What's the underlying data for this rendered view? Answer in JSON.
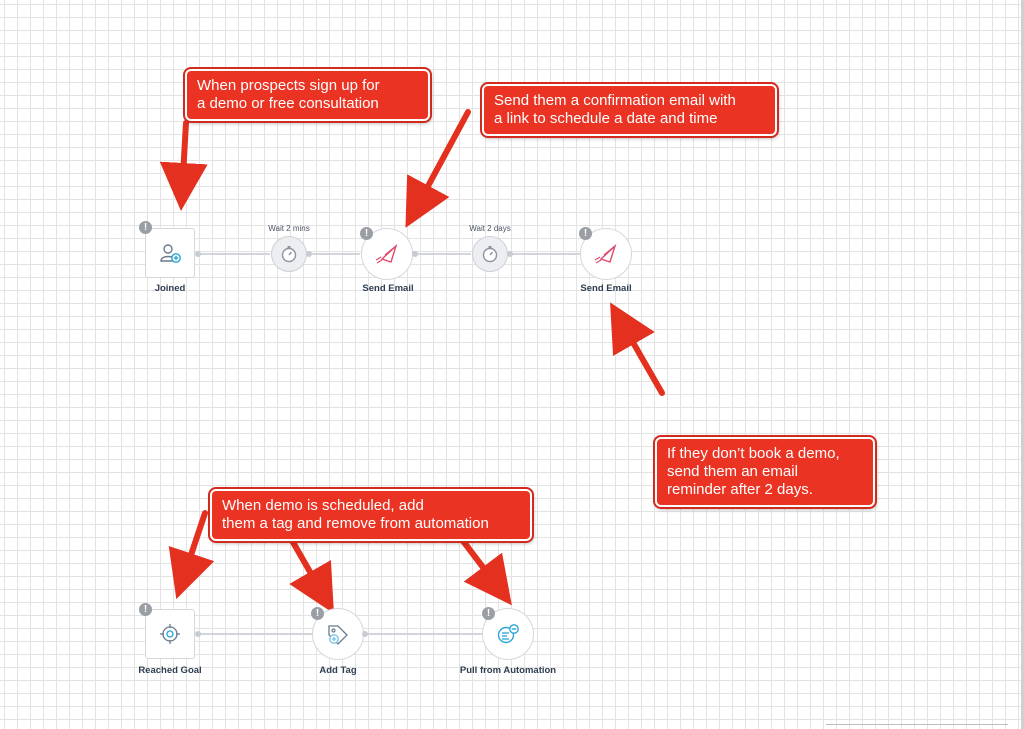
{
  "canvas": {
    "background": "#ffffff",
    "grid_color": "#e3e3e3",
    "callout_color": "#ea3323",
    "email_icon_color": "#e0486b",
    "tag_icon_color": "#7dc3e6"
  },
  "flow_top": {
    "trigger": {
      "label": "Joined",
      "icon": "add-contact-icon"
    },
    "wait_1": {
      "label": "Wait  2 mins",
      "icon": "stopwatch-icon"
    },
    "email_1": {
      "label": "Send Email",
      "icon": "paper-plane-email-icon"
    },
    "wait_2": {
      "label": "Wait  2 days",
      "icon": "stopwatch-icon"
    },
    "email_2": {
      "label": "Send Email",
      "icon": "paper-plane-email-icon"
    }
  },
  "flow_bottom": {
    "goal": {
      "label": "Reached Goal",
      "icon": "target-icon"
    },
    "add_tag": {
      "label": "Add Tag",
      "icon": "tag-plus-icon"
    },
    "pull": {
      "label": "Pull from Automation",
      "icon": "automation-exit-icon"
    }
  },
  "warning_symbol": "!",
  "callouts": {
    "signup": "When prospects sign up for\na demo or free consultation",
    "confirmation": "Send them a confirmation email with\na link to schedule a date and time",
    "reminder": "If they don’t book a demo,\nsend them an email\nreminder after 2 days.",
    "scheduled": "When demo is scheduled, add\nthem a tag and remove from automation"
  }
}
